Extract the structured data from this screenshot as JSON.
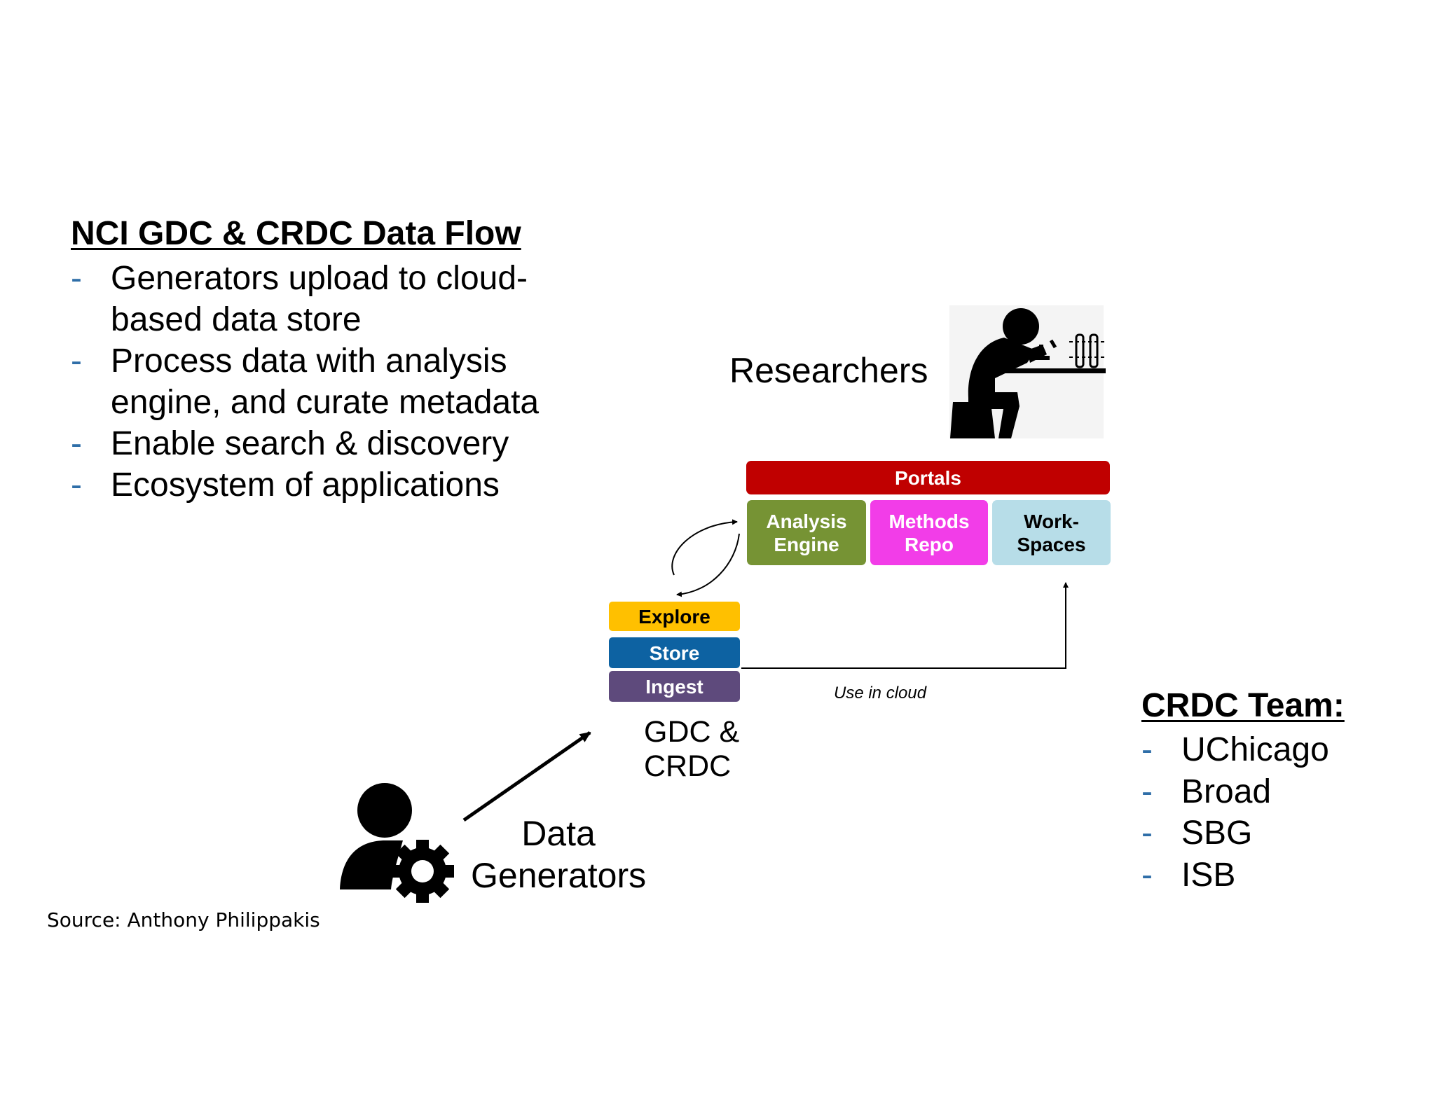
{
  "summary": {
    "title": "NCI GDC & CRDC Data Flow",
    "items": [
      "Generators upload to cloud-based data store",
      "Process data with analysis engine, and curate metadata",
      "Enable search & discovery",
      "Ecosystem of applications"
    ]
  },
  "diagram": {
    "researchers": "Researchers",
    "portals": "Portals",
    "analysis_engine": "Analysis Engine",
    "methods_repo": "Methods Repo",
    "workspaces": "Work-Spaces",
    "explore": "Explore",
    "store": "Store",
    "ingest": "Ingest",
    "gdc_crdc": "GDC & CRDC",
    "data_generators": "Data Generators",
    "use_in_cloud": "Use in cloud"
  },
  "team": {
    "title": "CRDC Team:",
    "members": [
      "UChicago",
      "Broad",
      "SBG",
      "ISB"
    ]
  },
  "source": "Source: Anthony Philippakis",
  "icons": [
    "researcher-microscope-icon",
    "user-gear-icon"
  ],
  "colors": {
    "portals": "#c00000",
    "analysis_engine": "#769334",
    "methods_repo": "#f23de8",
    "workspaces": "#b7dde8",
    "explore": "#ffc000",
    "store": "#0d62a2",
    "ingest": "#5e4a7c",
    "bullet_dash": "#2f6ea8"
  }
}
